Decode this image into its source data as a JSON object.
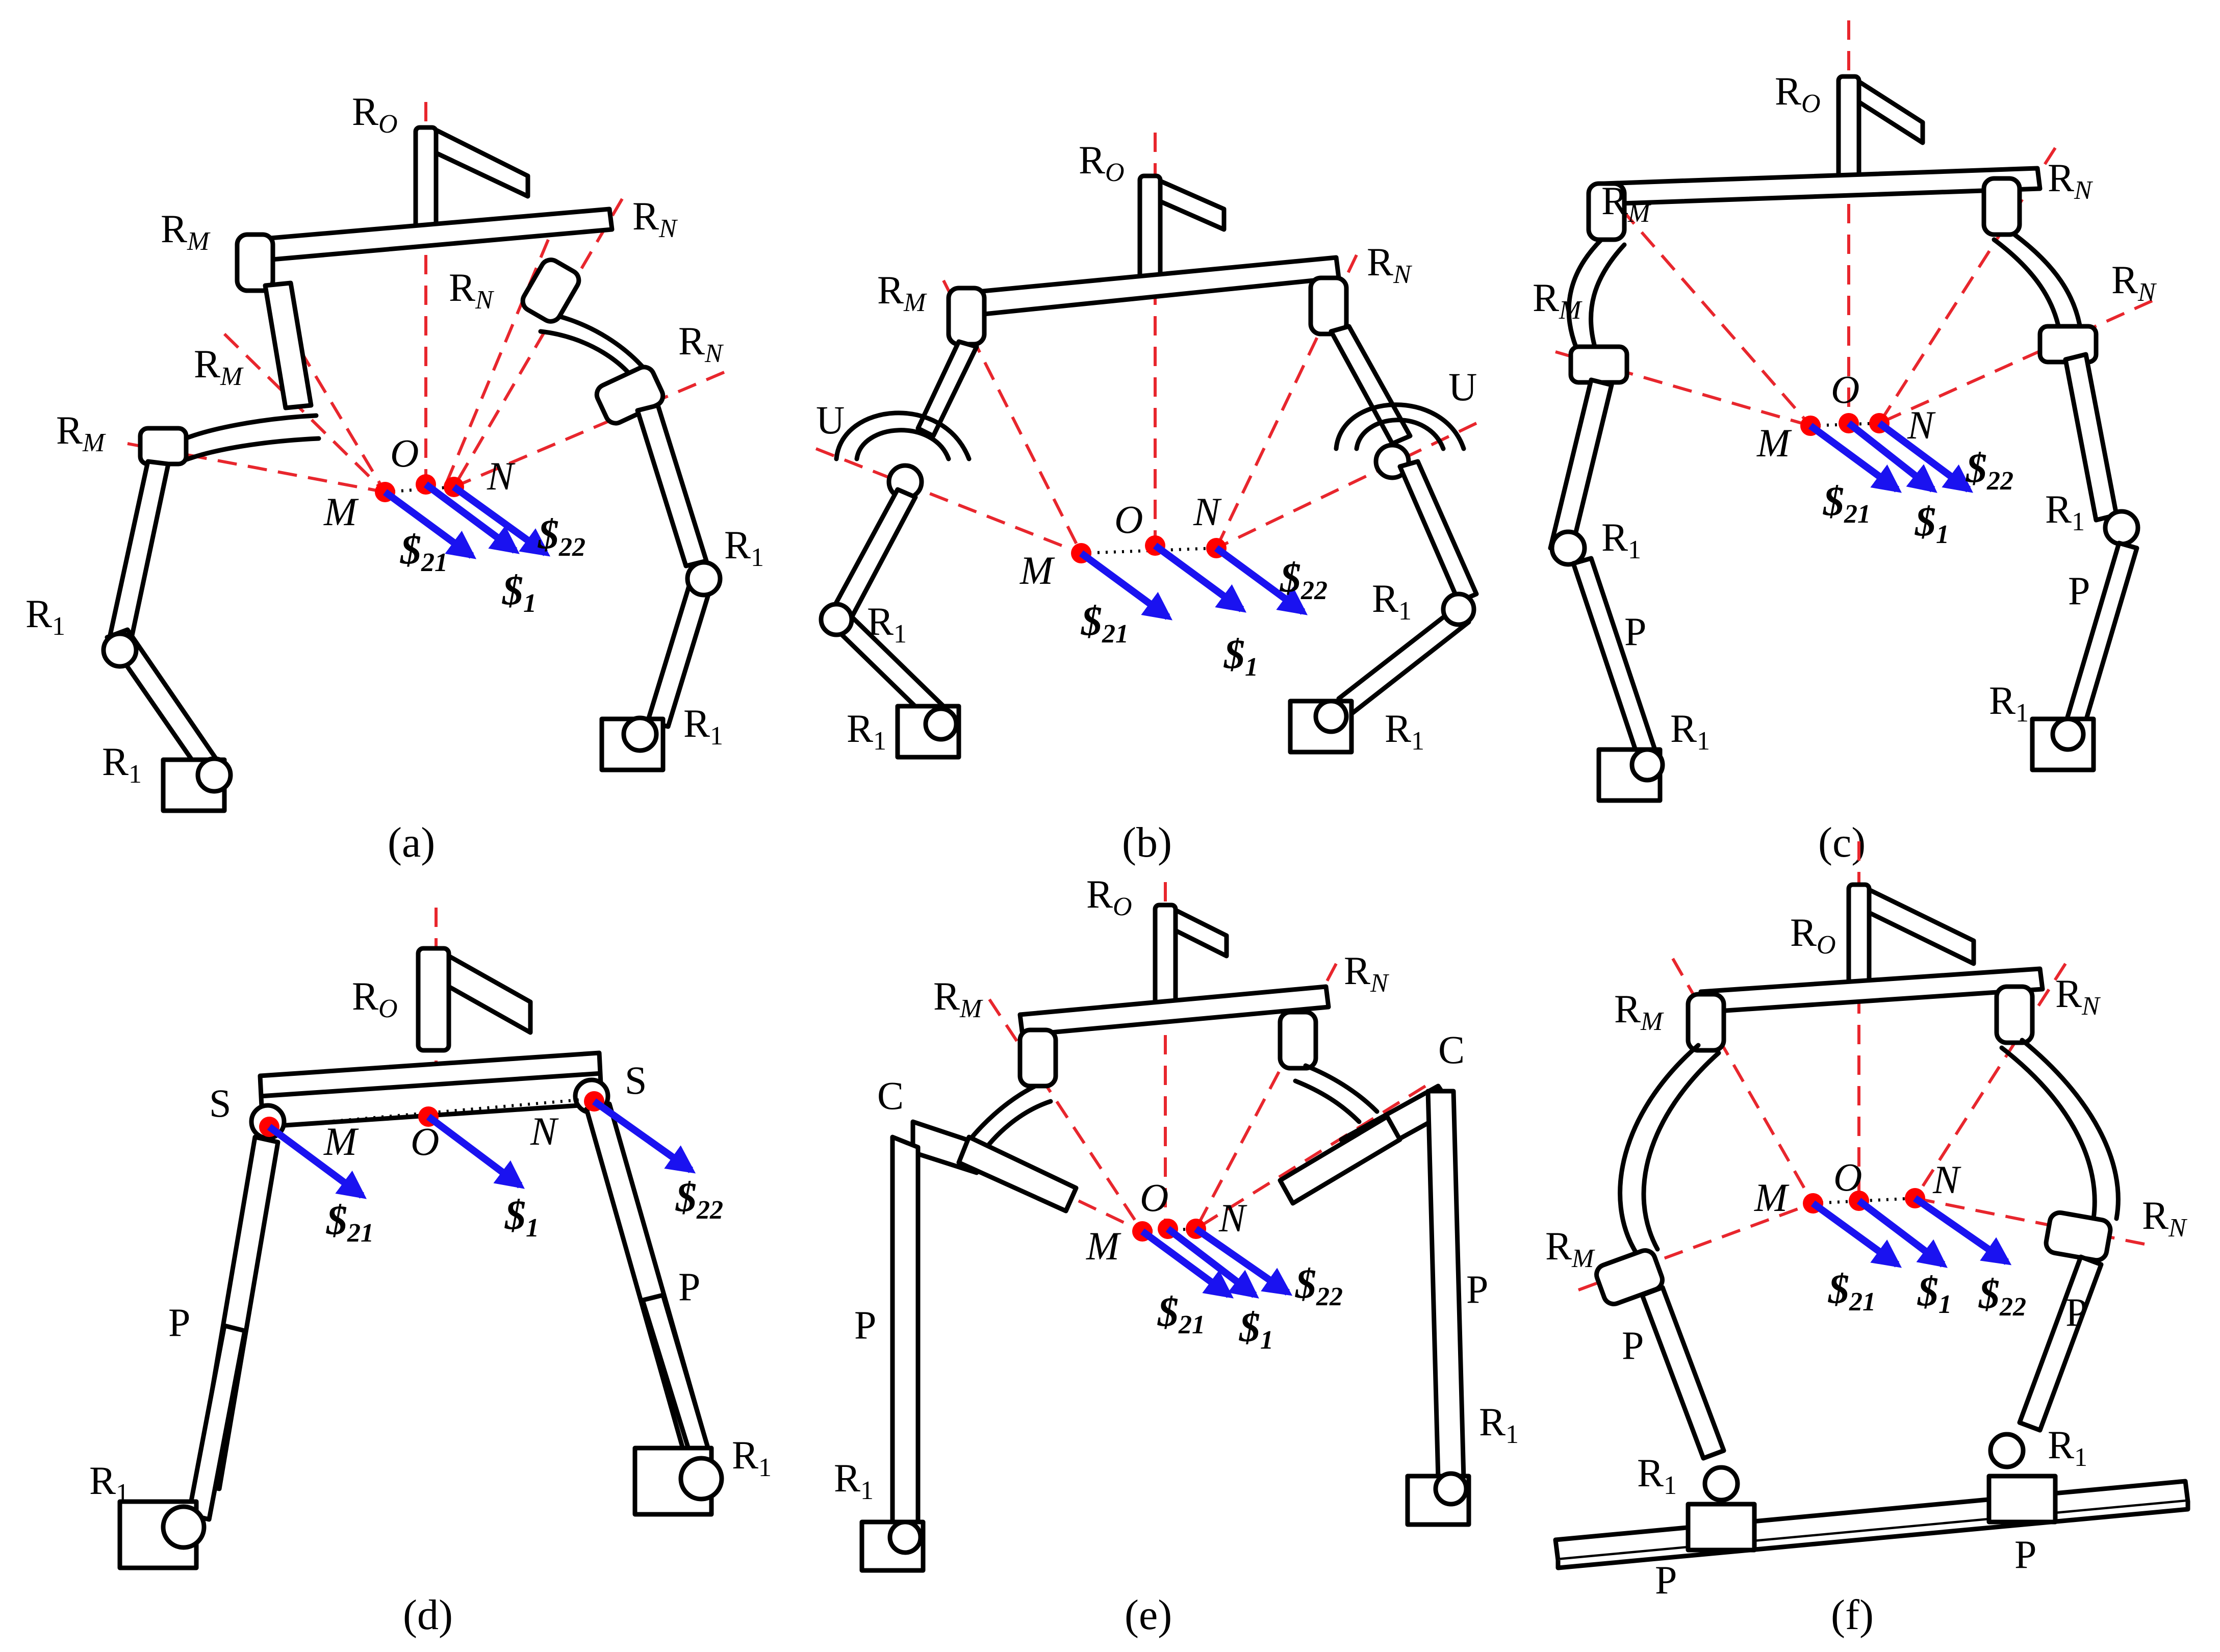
{
  "labels": {
    "R": "R",
    "sub_O": "O",
    "sub_M": "M",
    "sub_N": "N",
    "sub_1": "1",
    "U": "U",
    "P": "P",
    "S": "S",
    "C": "C",
    "point_M": "M",
    "point_O": "O",
    "point_N": "N",
    "screw_sym": "$",
    "sub_21": "21",
    "sub_22": "22"
  },
  "captions": [
    "(a)",
    "(b)",
    "(c)",
    "(d)",
    "(e)",
    "(f)"
  ],
  "colors": {
    "axis_line": "#e8262d",
    "point": "#ff0000",
    "screw_arrow": "#1a12f0",
    "outline": "#000000"
  }
}
